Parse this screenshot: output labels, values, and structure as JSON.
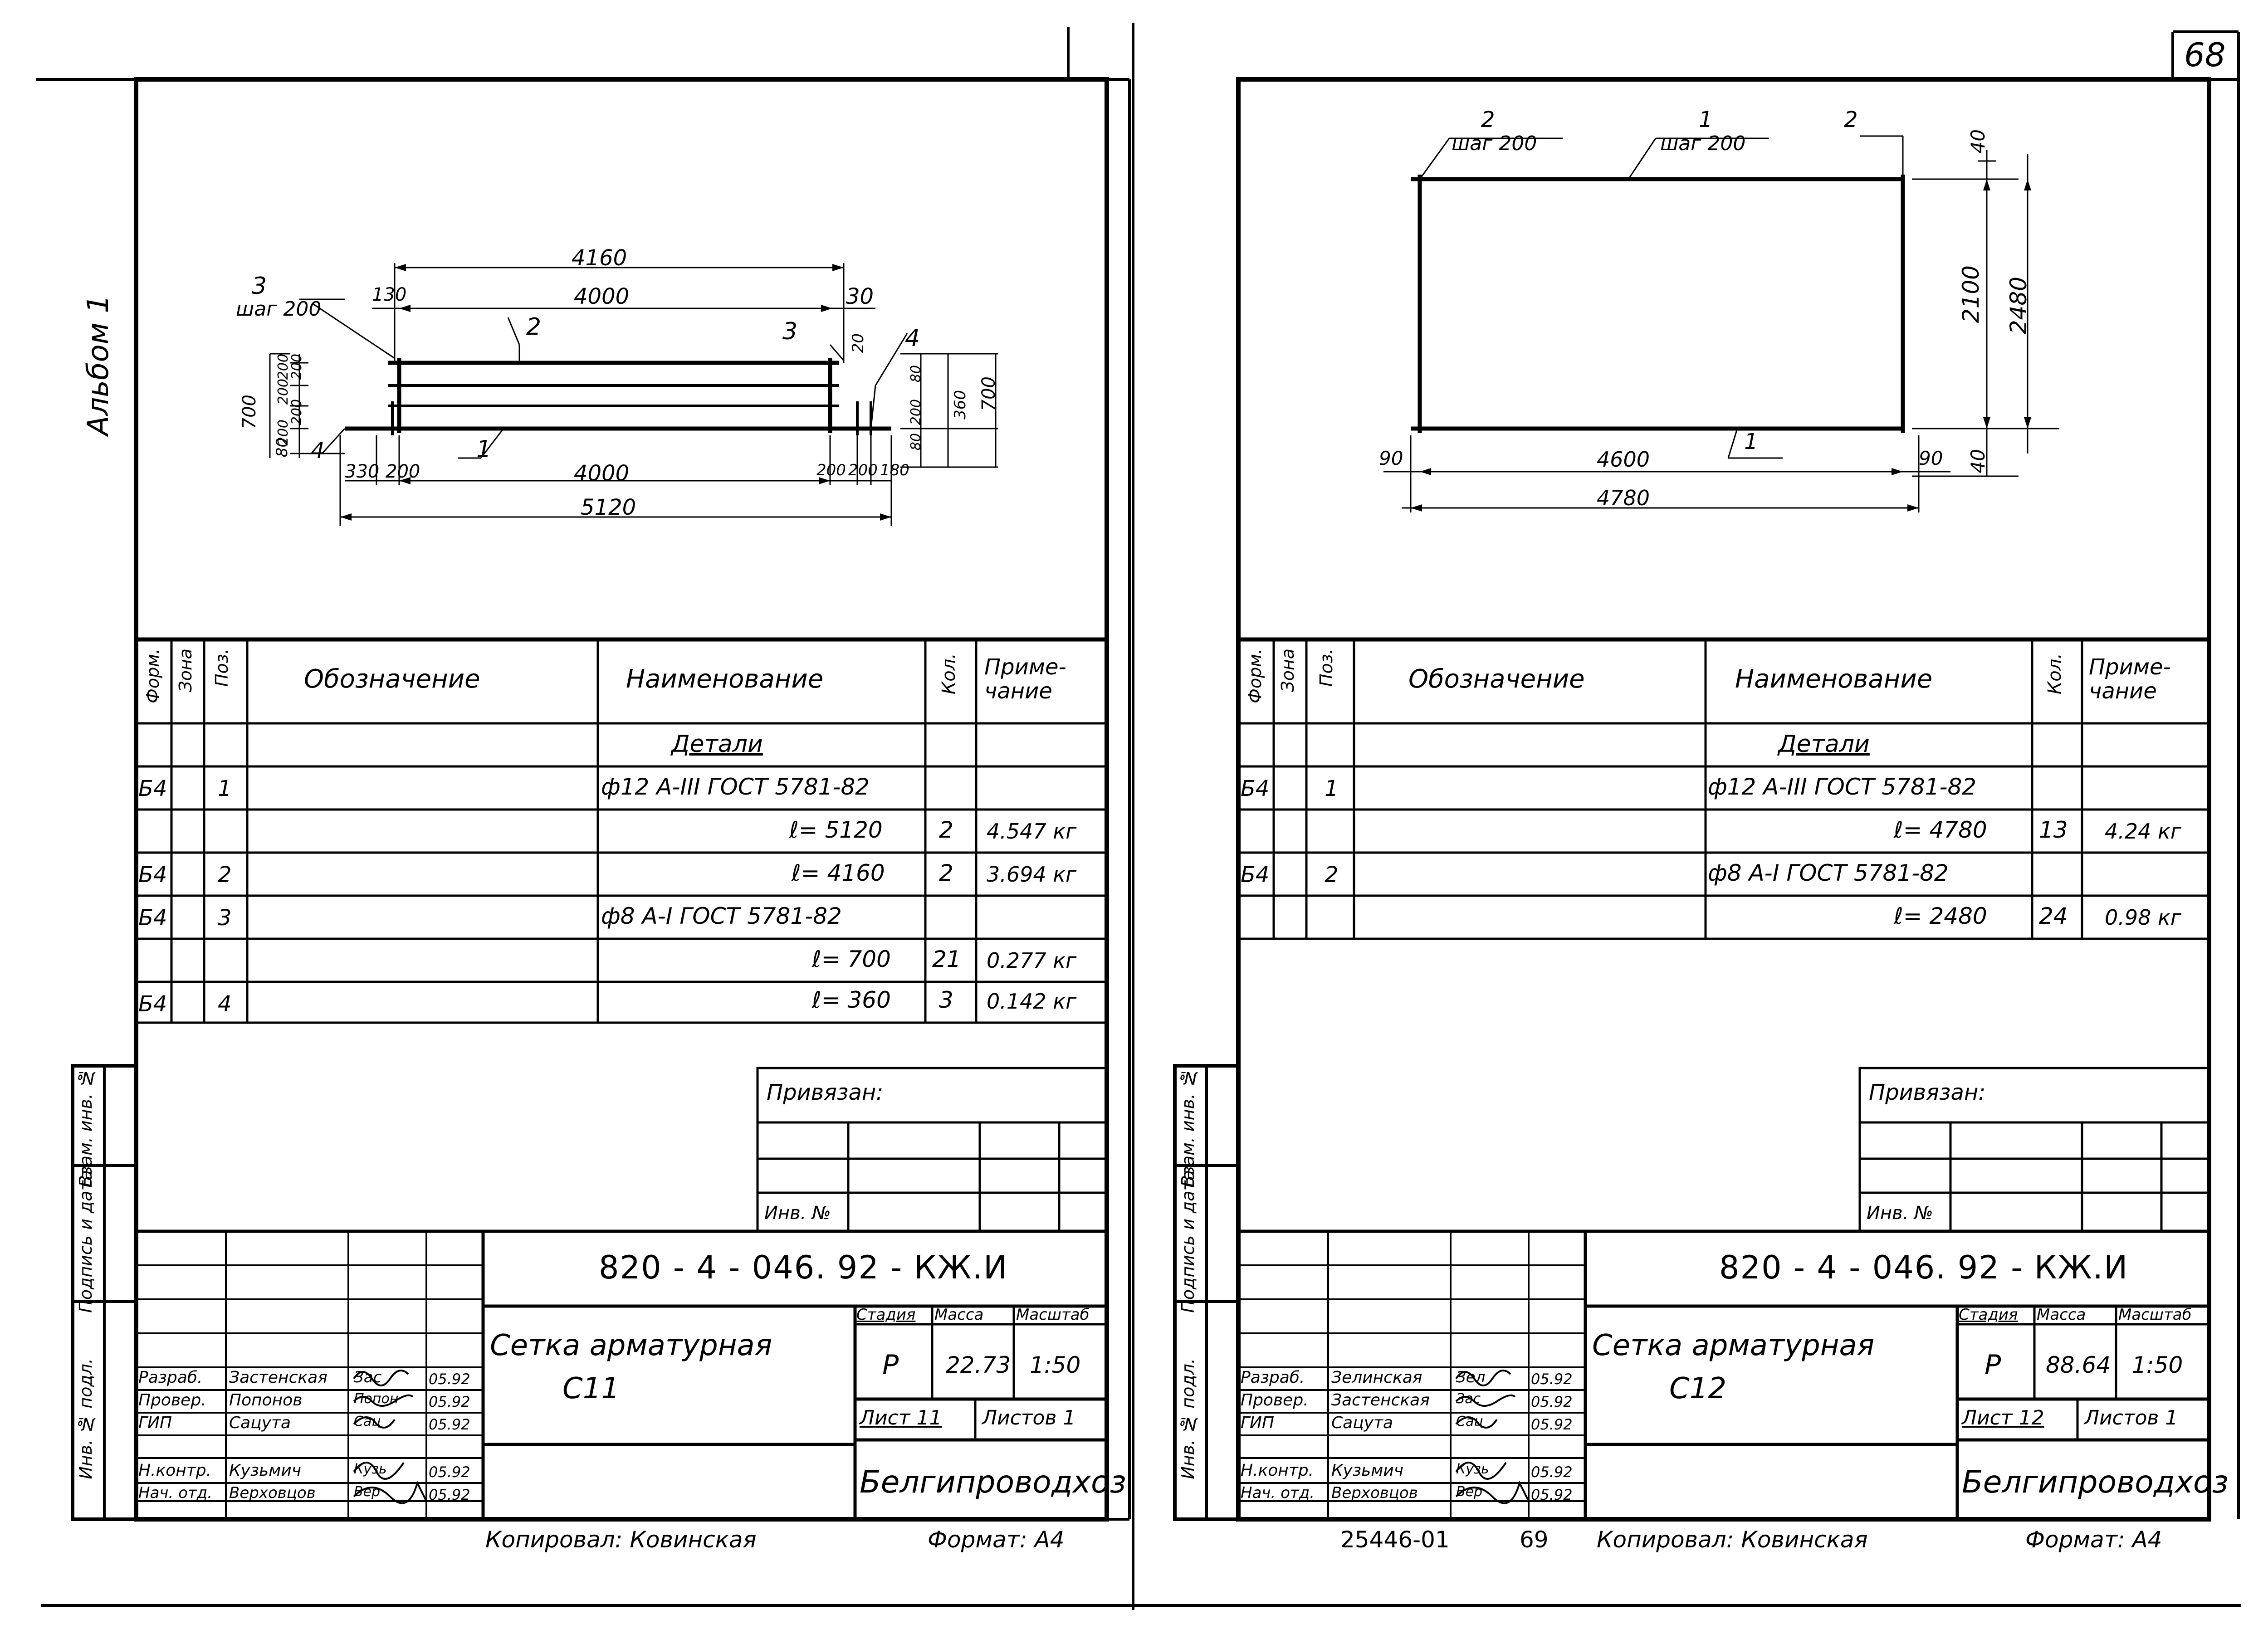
{
  "page_number": "68",
  "album_label": "Альбом 1",
  "bottom_codes": {
    "code": "25446-01",
    "page": "69"
  },
  "sheets": [
    {
      "id": "c11",
      "drawing": {
        "dims": [
          "4160",
          "4000",
          "130",
          "30",
          "3",
          "шаг 200",
          "2",
          "3",
          "4",
          "700",
          "200",
          "200",
          "200",
          "200",
          "200",
          "80",
          "4",
          "330",
          "200",
          "1",
          "4000",
          "200",
          "200",
          "180",
          "5120",
          "20",
          "80",
          "200",
          "80",
          "360",
          "700"
        ]
      },
      "spec": {
        "headers": {
          "format": "Форм.",
          "zone": "Зона",
          "pos": "Поз.",
          "designation": "Обозначение",
          "name": "Наименование",
          "qty": "Кол.",
          "note": "Приме-чание"
        },
        "group_title": "Детали",
        "rows": [
          {
            "fmt": "Б4",
            "pos": "1",
            "name": "ф12 А-III ГОСТ 5781-82",
            "qty": "",
            "note": ""
          },
          {
            "fmt": "",
            "pos": "",
            "name": "ℓ= 5120",
            "qty": "2",
            "note": "4.547 кг"
          },
          {
            "fmt": "Б4",
            "pos": "2",
            "name": "ℓ= 4160",
            "qty": "2",
            "note": "3.694 кг"
          },
          {
            "fmt": "Б4",
            "pos": "3",
            "name": "ф8 А-I ГОСТ 5781-82",
            "qty": "",
            "note": ""
          },
          {
            "fmt": "",
            "pos": "",
            "name": "ℓ= 700",
            "qty": "21",
            "note": "0.277 кг"
          },
          {
            "fmt": "Б4",
            "pos": "4",
            "name": "ℓ= 360",
            "qty": "3",
            "note": "0.142 кг"
          }
        ]
      },
      "privyazan": "Привязан:",
      "inv_no": "Инв. №",
      "side_labels": [
        "Взам. инв. №",
        "Подпись и дата",
        "Инв. № подл."
      ],
      "stamp": {
        "code": "820 - 4 - 046. 92 - КЖ.И",
        "title": "Сетка арматурная",
        "subtitle": "С11",
        "stage_label": "Стадия",
        "mass_label": "Масса",
        "scale_label": "Масштаб",
        "stage": "Р",
        "mass": "22.73",
        "scale": "1:50",
        "sheet": "Лист 11",
        "sheets_total": "Листов 1",
        "org": "Белгипроводхоз",
        "people": [
          {
            "role": "Разраб.",
            "name": "Застенская",
            "sign": "Зас",
            "date": "05.92"
          },
          {
            "role": "Провер.",
            "name": "Попонов",
            "sign": "Попон",
            "date": "05.92"
          },
          {
            "role": "ГИП",
            "name": "Сацута",
            "sign": "Сац",
            "date": "05.92"
          },
          {
            "role": "Н.контр.",
            "name": "Кузьмич",
            "sign": "Кузь",
            "date": "05.92"
          },
          {
            "role": "Нач. отд.",
            "name": "Верховцов",
            "sign": "Вер",
            "date": "05.92"
          }
        ]
      },
      "copied": "Копировал: Ковинская",
      "format": "Формат: А4"
    },
    {
      "id": "c12",
      "drawing": {
        "dims": [
          "2",
          "шаг 200",
          "1",
          "шаг 200",
          "2",
          "40",
          "2100",
          "2480",
          "90",
          "4600",
          "1",
          "90",
          "40",
          "4780"
        ]
      },
      "spec": {
        "headers": {
          "format": "Форм.",
          "zone": "Зона",
          "pos": "Поз.",
          "designation": "Обозначение",
          "name": "Наименование",
          "qty": "Кол.",
          "note": "Приме-чание"
        },
        "group_title": "Детали",
        "rows": [
          {
            "fmt": "Б4",
            "pos": "1",
            "name": "ф12 А-III ГОСТ 5781-82",
            "qty": "",
            "note": ""
          },
          {
            "fmt": "",
            "pos": "",
            "name": "ℓ= 4780",
            "qty": "13",
            "note": "4.24 кг"
          },
          {
            "fmt": "Б4",
            "pos": "2",
            "name": "ф8 А-I ГОСТ 5781-82",
            "qty": "",
            "note": ""
          },
          {
            "fmt": "",
            "pos": "",
            "name": "ℓ= 2480",
            "qty": "24",
            "note": "0.98 кг"
          }
        ]
      },
      "privyazan": "Привязан:",
      "inv_no": "Инв. №",
      "side_labels": [
        "Взам. инв. №",
        "Подпись и дата",
        "Инв. № подл."
      ],
      "stamp": {
        "code": "820 - 4 - 046. 92 - КЖ.И",
        "title": "Сетка арматурная",
        "subtitle": "С12",
        "stage_label": "Стадия",
        "mass_label": "Масса",
        "scale_label": "Масштаб",
        "stage": "Р",
        "mass": "88.64",
        "scale": "1:50",
        "sheet": "Лист 12",
        "sheets_total": "Листов 1",
        "org": "Белгипроводхоз",
        "people": [
          {
            "role": "Разраб.",
            "name": "Зелинская",
            "sign": "Зел",
            "date": "05.92"
          },
          {
            "role": "Провер.",
            "name": "Застенская",
            "sign": "Зас",
            "date": "05.92"
          },
          {
            "role": "ГИП",
            "name": "Сацута",
            "sign": "Сац",
            "date": "05.92"
          },
          {
            "role": "Н.контр.",
            "name": "Кузьмич",
            "sign": "Кузь",
            "date": "05.92"
          },
          {
            "role": "Нач. отд.",
            "name": "Верховцов",
            "sign": "Вер",
            "date": "05.92"
          }
        ]
      },
      "copied": "Копировал: Ковинская",
      "format": "Формат: А4"
    }
  ]
}
